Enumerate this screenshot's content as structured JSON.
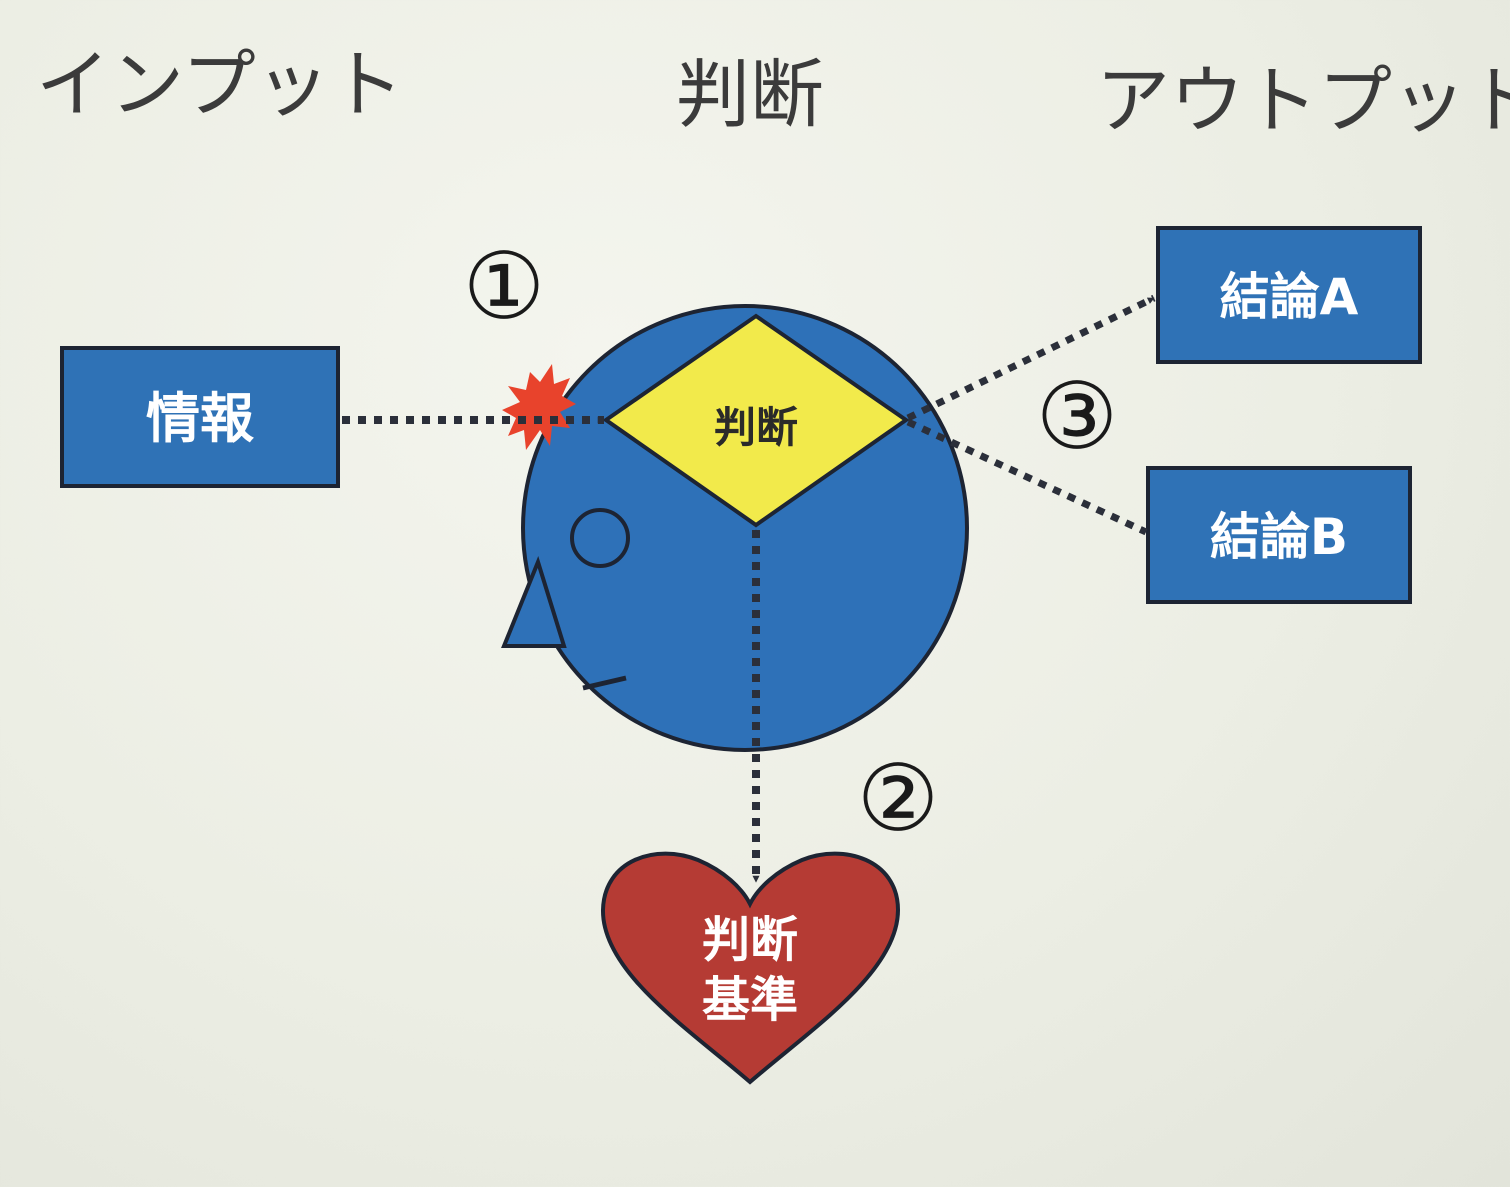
{
  "headings": {
    "input": "インプット",
    "judgment": "判断",
    "output": "アウトプット"
  },
  "nodes": {
    "information": "情報",
    "judgment_diamond": "判断",
    "conclusion_a": "結論A",
    "conclusion_b": "結論B",
    "criteria_line1": "判断",
    "criteria_line2": "基準"
  },
  "markers": {
    "step1": "①",
    "step2": "②",
    "step3": "③"
  },
  "colors": {
    "box_blue": "#2f72b6",
    "head_blue": "#2e71b8",
    "diamond_yellow": "#f2ea4b",
    "heart_red": "#b53b34",
    "spark_red": "#e8432c",
    "arrow_dark": "#2b2f3a"
  }
}
